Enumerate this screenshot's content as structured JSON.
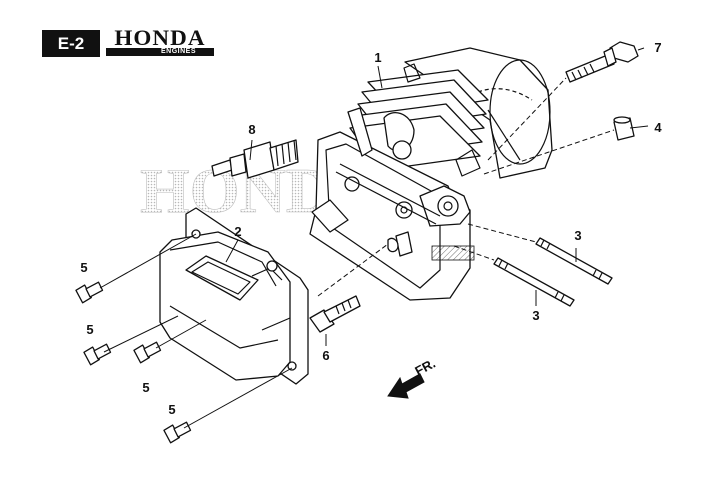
{
  "header": {
    "page_code": "E-2",
    "brand_name": "HONDA",
    "brand_subtitle": "ENGINES"
  },
  "watermark": {
    "text": "HONDA"
  },
  "direction_indicator": {
    "label": "FR."
  },
  "callouts": [
    {
      "id": "c1",
      "number": "1",
      "part": "cylinder-head"
    },
    {
      "id": "c2",
      "number": "2",
      "part": "head-cover"
    },
    {
      "id": "c3a",
      "number": "3",
      "part": "stud-bolt"
    },
    {
      "id": "c3b",
      "number": "3",
      "part": "stud-bolt"
    },
    {
      "id": "c4",
      "number": "4",
      "part": "dowel-pin"
    },
    {
      "id": "c5a",
      "number": "5",
      "part": "flange-bolt"
    },
    {
      "id": "c5b",
      "number": "5",
      "part": "flange-bolt"
    },
    {
      "id": "c5c",
      "number": "5",
      "part": "flange-bolt"
    },
    {
      "id": "c5d",
      "number": "5",
      "part": "flange-bolt"
    },
    {
      "id": "c6",
      "number": "6",
      "part": "flange-bolt"
    },
    {
      "id": "c7",
      "number": "7",
      "part": "flange-bolt"
    },
    {
      "id": "c8",
      "number": "8",
      "part": "spark-plug"
    }
  ],
  "colors": {
    "ink": "#111111",
    "paper": "#ffffff",
    "watermark": "#c8c8c8"
  }
}
